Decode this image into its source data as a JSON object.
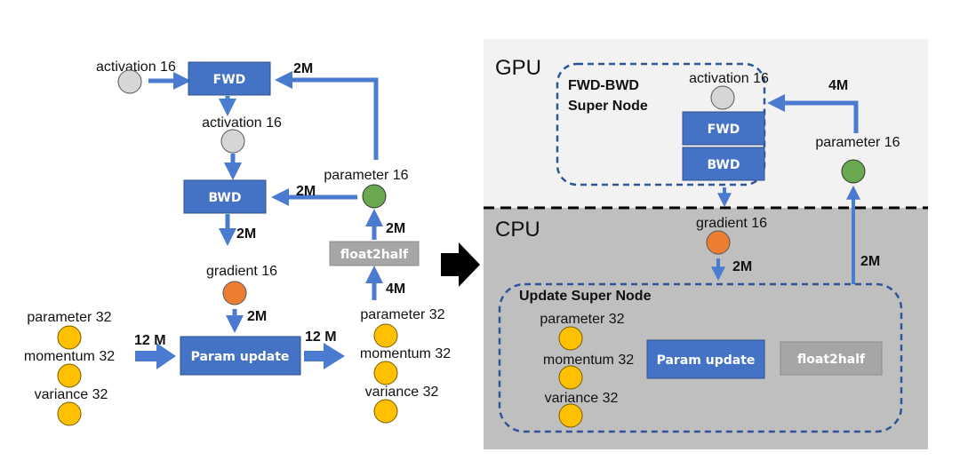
{
  "colors": {
    "op_box": "#4472c4",
    "op_box_border": "#2f4f8a",
    "convert_box": "#a6a6a6",
    "arrow": "#4a7bd0",
    "activation_node": "#d6d6d6",
    "parameter16_node": "#6aa84f",
    "gradient_node": "#ed7d31",
    "fp32_node": "#ffc000",
    "gpu_region": "#f2f2f2",
    "cpu_region": "#bfbfbf",
    "super_node_border": "#2f5597",
    "transition_arrow": "#000000"
  },
  "left": {
    "activation_in_label": "activation 16",
    "fwd_label": "FWD",
    "activation_out_label": "activation 16",
    "bwd_label": "BWD",
    "parameter16_label": "parameter 16",
    "param_to_fwd_label": "2M",
    "param_to_bwd_label": "2M",
    "bwd_to_grad_label": "2M",
    "f2h_to_param_label": "2M",
    "float2half_label": "float2half",
    "params32_to_f2h_label": "4M",
    "gradient_label": "gradient 16",
    "grad_to_update_label": "2M",
    "update_label": "Param update",
    "in_states_label": "12 M",
    "out_states_label": "12 M",
    "in_states": [
      "parameter 32",
      "momentum 32",
      "variance 32"
    ],
    "out_states": [
      "parameter 32",
      "momentum 32",
      "variance 32"
    ]
  },
  "right": {
    "gpu_label": "GPU",
    "cpu_label": "CPU",
    "fwd_bwd_super_title_line1": "FWD-BWD",
    "fwd_bwd_super_title_line2": "Super Node",
    "activation_label": "activation 16",
    "fwd_label": "FWD",
    "bwd_label": "BWD",
    "parameter16_label": "parameter 16",
    "param_to_super_label": "4M",
    "cpu_to_param_label": "2M",
    "gradient_label": "gradient 16",
    "grad_to_update_label": "2M",
    "update_super_title": "Update Super Node",
    "states": [
      "parameter 32",
      "momentum 32",
      "variance 32"
    ],
    "update_label": "Param update",
    "float2half_label": "float2half"
  }
}
